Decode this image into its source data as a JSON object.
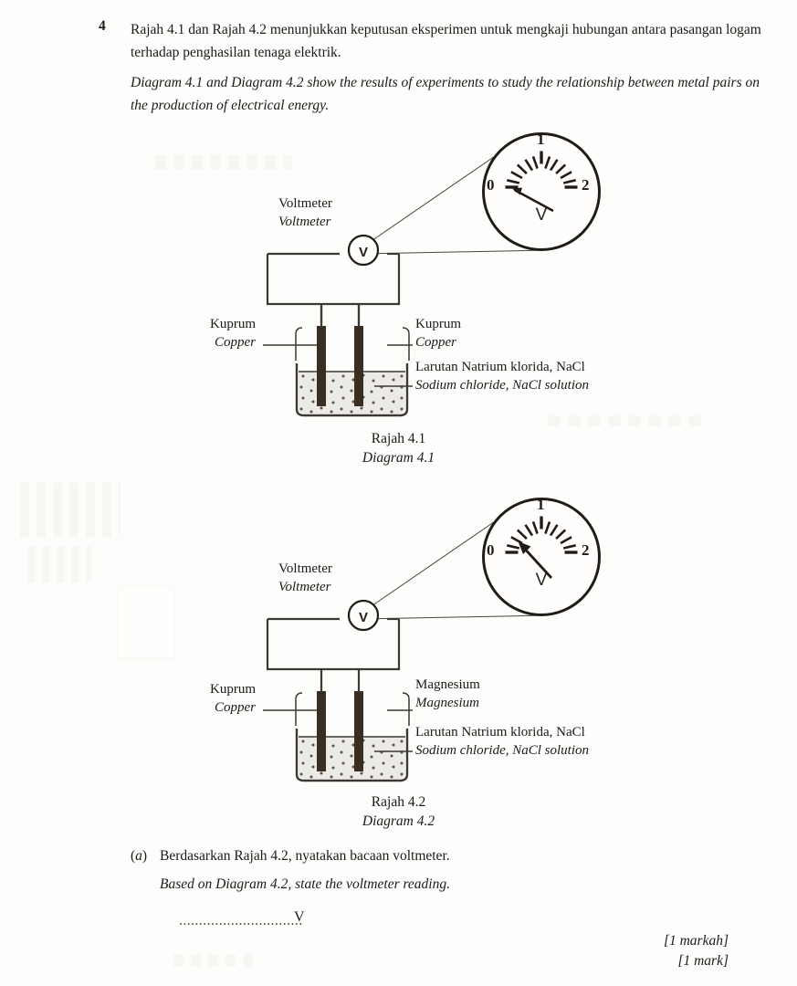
{
  "question": {
    "number": "4",
    "stem_my": "Rajah 4.1 dan Rajah 4.2 menunjukkan keputusan eksperimen untuk mengkaji hubungan antara pasangan logam terhadap penghasilan tenaga elektrik.",
    "stem_en": "Diagram 4.1 and Diagram 4.2 show the results of experiments to study the relationship between metal pairs on the production of electrical energy."
  },
  "figure1": {
    "caption_my": "Rajah 4.1",
    "caption_en": "Diagram 4.1",
    "meter_symbol": "V",
    "gauge": {
      "unit": "V",
      "ticks": [
        "0",
        "1",
        "2"
      ],
      "min": 0,
      "max": 2,
      "reading": 0.1,
      "minor_tick_count": 10
    },
    "labels": {
      "voltmeter_my": "Voltmeter",
      "voltmeter_en": "Voltmeter",
      "left_electrode_my": "Kuprum",
      "left_electrode_en": "Copper",
      "right_electrode_my": "Kuprum",
      "right_electrode_en": "Copper",
      "solution_my": "Larutan Natrium klorida, NaCl",
      "solution_en": "Sodium chloride, NaCl solution"
    }
  },
  "figure2": {
    "caption_my": "Rajah 4.2",
    "caption_en": "Diagram 4.2",
    "meter_symbol": "V",
    "gauge": {
      "unit": "V",
      "ticks": [
        "0",
        "1",
        "2"
      ],
      "min": 0,
      "max": 2,
      "reading": 0.3,
      "minor_tick_count": 10
    },
    "labels": {
      "voltmeter_my": "Voltmeter",
      "voltmeter_en": "Voltmeter",
      "left_electrode_my": "Kuprum",
      "left_electrode_en": "Copper",
      "right_electrode_my": "Magnesium",
      "right_electrode_en": "Magnesium",
      "solution_my": "Larutan Natrium klorida, NaCl",
      "solution_en": "Sodium chloride, NaCl solution"
    }
  },
  "part_a": {
    "label": "(a)",
    "text_my": "Berdasarkan Rajah 4.2, nyatakan bacaan voltmeter.",
    "text_en": "Based on Diagram 4.2, state the voltmeter reading.",
    "answer_line": "...............................",
    "answer_unit": "V",
    "marks_my": "[1 markah]",
    "marks_en": "[1 mark]"
  },
  "colors": {
    "ink": "#1d1a18",
    "electrode": "#3a2d22",
    "solution": "#e9e6e0",
    "paper": "#fdfdfb"
  }
}
